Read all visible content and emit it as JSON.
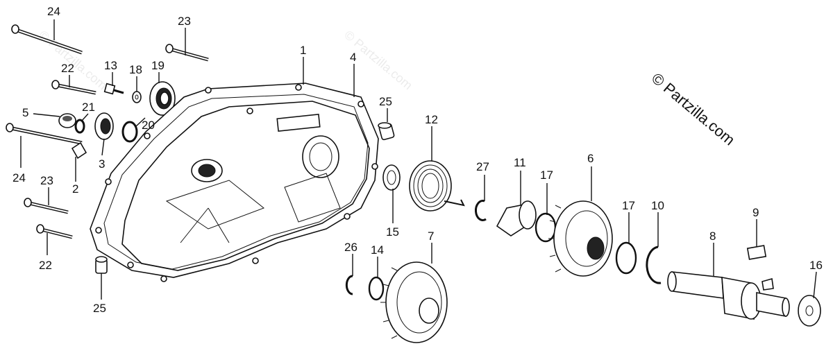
{
  "copyright": "© Partzilla.com",
  "watermark": "© Partzilla.com",
  "parts": [
    {
      "ref": "24"
    },
    {
      "ref": "23"
    },
    {
      "ref": "22"
    },
    {
      "ref": "13"
    },
    {
      "ref": "18"
    },
    {
      "ref": "19"
    },
    {
      "ref": "1"
    },
    {
      "ref": "4"
    },
    {
      "ref": "25"
    },
    {
      "ref": "12"
    },
    {
      "ref": "5"
    },
    {
      "ref": "21"
    },
    {
      "ref": "20"
    },
    {
      "ref": "3"
    },
    {
      "ref": "2"
    },
    {
      "ref": "24"
    },
    {
      "ref": "23"
    },
    {
      "ref": "22"
    },
    {
      "ref": "25"
    },
    {
      "ref": "27"
    },
    {
      "ref": "11"
    },
    {
      "ref": "17"
    },
    {
      "ref": "6"
    },
    {
      "ref": "15"
    },
    {
      "ref": "7"
    },
    {
      "ref": "26"
    },
    {
      "ref": "14"
    },
    {
      "ref": "17"
    },
    {
      "ref": "10"
    },
    {
      "ref": "9"
    },
    {
      "ref": "8"
    },
    {
      "ref": "16"
    }
  ]
}
